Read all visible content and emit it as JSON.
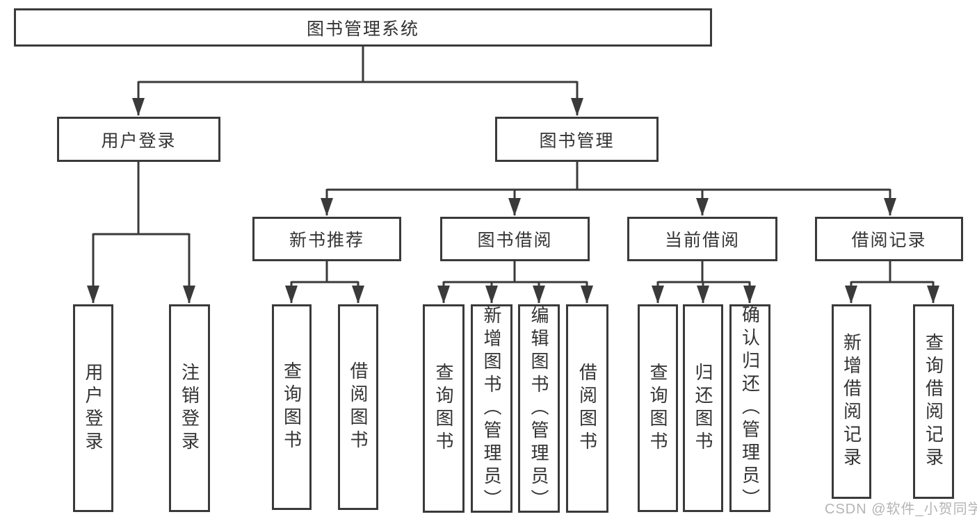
{
  "diagram": {
    "type": "hierarchy-tree",
    "watermark": "CSDN @软件_小贺同学",
    "colors": {
      "line": "#3a3a3a",
      "border": "#3a3a3a",
      "text": "#333333",
      "background": "#ffffff",
      "watermark": "#b0b0b0"
    },
    "tree": {
      "label": "图书管理系统",
      "children": [
        {
          "label": "用户登录",
          "children": [
            {
              "label": "用户登录"
            },
            {
              "label": "注销登录"
            }
          ]
        },
        {
          "label": "图书管理",
          "children": [
            {
              "label": "新书推荐",
              "children": [
                {
                  "label": "查询图书"
                },
                {
                  "label": "借阅图书"
                }
              ]
            },
            {
              "label": "图书借阅",
              "children": [
                {
                  "label": "查询图书"
                },
                {
                  "label": "新增图书（管理员）"
                },
                {
                  "label": "编辑图书（管理员）"
                },
                {
                  "label": "借阅图书"
                }
              ]
            },
            {
              "label": "当前借阅",
              "children": [
                {
                  "label": "查询图书"
                },
                {
                  "label": "归还图书"
                },
                {
                  "label": "确认归还（管理员）"
                }
              ]
            },
            {
              "label": "借阅记录",
              "children": [
                {
                  "label": "新增借阅记录"
                },
                {
                  "label": "查询借阅记录"
                }
              ]
            }
          ]
        }
      ]
    }
  }
}
